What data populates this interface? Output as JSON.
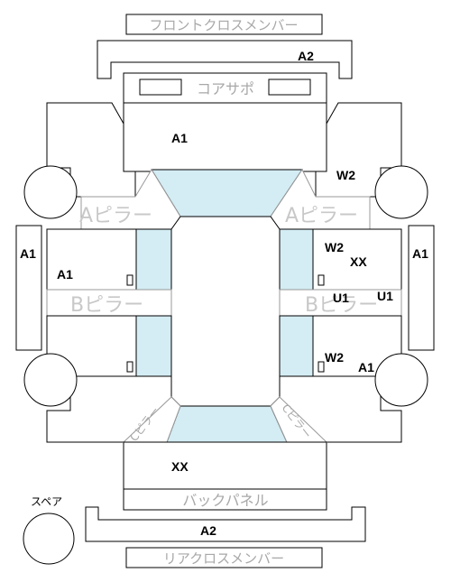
{
  "labels": {
    "front_cross_member": "フロントクロスメンバー",
    "core_support": "コアサポ",
    "a_pillar": "Aピラー",
    "b_pillar": "Bピラー",
    "c_pillar": "Cピラー",
    "back_panel": "バックパネル",
    "rear_cross_member": "リアクロスメンバー",
    "spare": "スペア"
  },
  "codes": {
    "front_member": "A2",
    "hood": "A1",
    "front_fender_right": "W2",
    "rocker_left": "A1",
    "rocker_right": "A1",
    "front_door_left": "A1",
    "front_door_right_1": "W2",
    "front_door_right_2": "XX",
    "b_pillar_right_1": "U1",
    "b_pillar_right_2": "U1",
    "rear_door_right": "W2",
    "rear_quarter_right": "A1",
    "trunk": "XX",
    "rear_member": "A2"
  }
}
